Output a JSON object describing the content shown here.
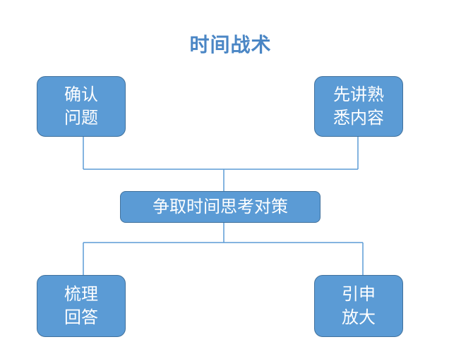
{
  "diagram": {
    "title": "时间战术",
    "nodes": {
      "top_left": "确认\n问题",
      "top_right": "先讲熟\n悉内容",
      "center": "争取时间思考对策",
      "bottom_left": "梳理\n回答",
      "bottom_right": "引申\n放大"
    },
    "colors": {
      "title": "#4a86c5",
      "node_fill": "#5b9bd5",
      "node_border": "#41719c",
      "connector": "#5b9bd5"
    }
  }
}
